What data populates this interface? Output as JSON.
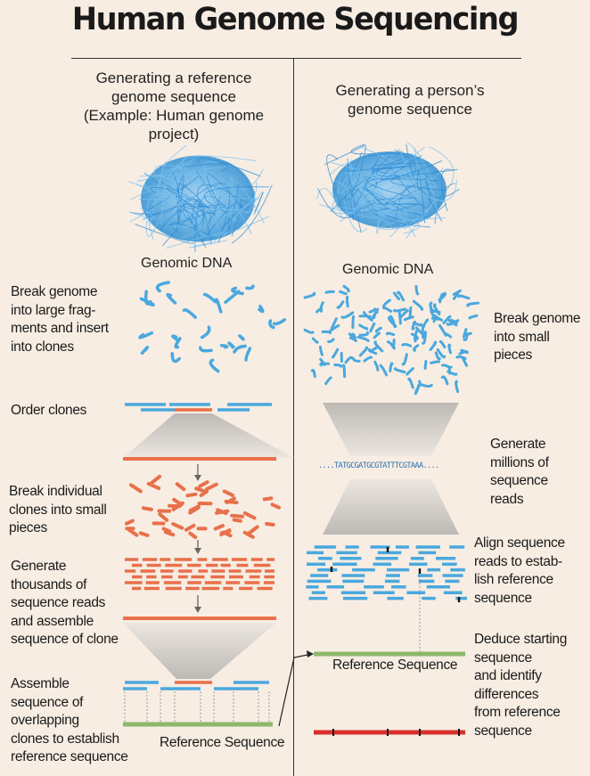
{
  "title": "Human Genome Sequencing",
  "left": {
    "heading": [
      "Generating a reference",
      "genome sequence",
      "(Example: Human genome",
      "project)"
    ],
    "dna_caption": "Genomic DNA",
    "steps": [
      [
        "Break genome",
        "into large frag-",
        "ments and insert",
        "into clones"
      ],
      [
        "Order clones"
      ],
      [
        "Break individual",
        "clones into small",
        "pieces"
      ],
      [
        "Generate",
        "thousands of",
        "sequence reads",
        "and assemble",
        "sequence of clone"
      ],
      [
        "Assemble",
        "sequence of",
        "overlapping",
        "clones to establish",
        "reference sequence"
      ]
    ],
    "reference_label": "Reference Sequence"
  },
  "right": {
    "heading": [
      "Generating a person’s",
      "genome sequence"
    ],
    "dna_caption": "Genomic DNA",
    "steps": [
      [
        "Break genome",
        "into small",
        "pieces"
      ],
      [
        "Generate",
        "millions of",
        "sequence",
        "reads"
      ],
      [
        "Align sequence",
        "reads to estab-",
        "lish reference",
        "sequence"
      ],
      [
        "Deduce starting",
        "sequence",
        "and identify",
        "differences",
        "from reference",
        "sequence"
      ]
    ],
    "sequence_read": "TATGCGATGCGTATTTCGTAAA",
    "reference_label": "Reference Sequence"
  },
  "colors": {
    "background": "#f7ede3",
    "dna_blue": "#3a9ad9",
    "fragment_blue": "#4aa8de",
    "clone_orange": "#e8704a",
    "reference_green": "#8cb86a",
    "person_red": "#d9302c",
    "funnel_grey": "#c9c6c3"
  }
}
